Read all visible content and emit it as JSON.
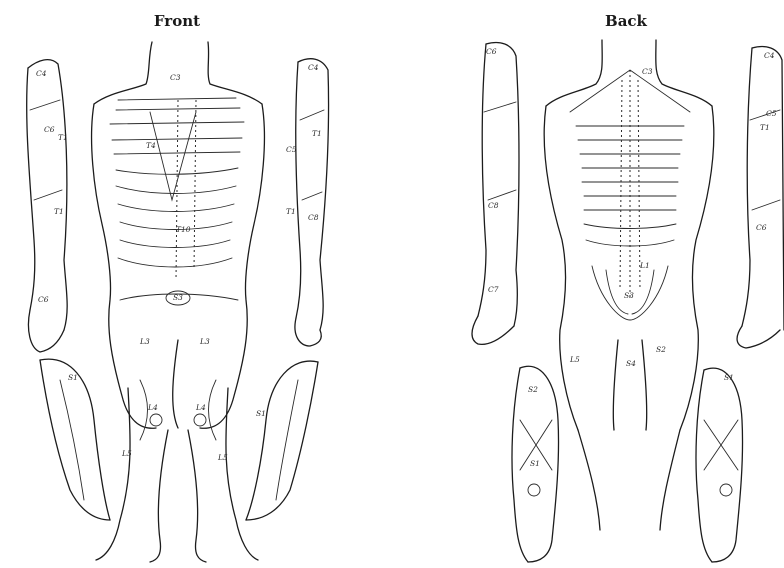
{
  "titles": {
    "front": "Front",
    "back": "Back"
  },
  "labels": {
    "front": {
      "c4_left": "C4",
      "c6_left": "C6",
      "t1_left": "T1",
      "t1b_left": "T1",
      "c3_neck": "C3",
      "t4_chest": "T4",
      "t10_abdomen": "T10",
      "s3_groin": "S3",
      "l3_left": "L3",
      "l3_right": "L3",
      "l4_left": "L4",
      "l4_right": "L4",
      "l5_left": "L5",
      "l5_right": "L5",
      "s1_left": "S1",
      "s1_right": "S1",
      "c4_right": "C4",
      "t1_right": "T1",
      "t1b_right": "T1",
      "c5_right": "C5",
      "c8_right": "C8",
      "c6_hand": "C6"
    },
    "back": {
      "c6_left": "C6",
      "c8_left": "C8",
      "c7_hand": "C7",
      "c3_neck": "C3",
      "l1_back": "L1",
      "s3_buttock": "S3",
      "s4_mid": "S4",
      "s2_left": "S2",
      "s2_right": "S2",
      "s1_left": "S1",
      "s1_right": "S1",
      "l5_left": "L5",
      "c4_right": "C4",
      "t1_right": "T1",
      "c5_right": "C5",
      "c6_right": "C6"
    }
  }
}
